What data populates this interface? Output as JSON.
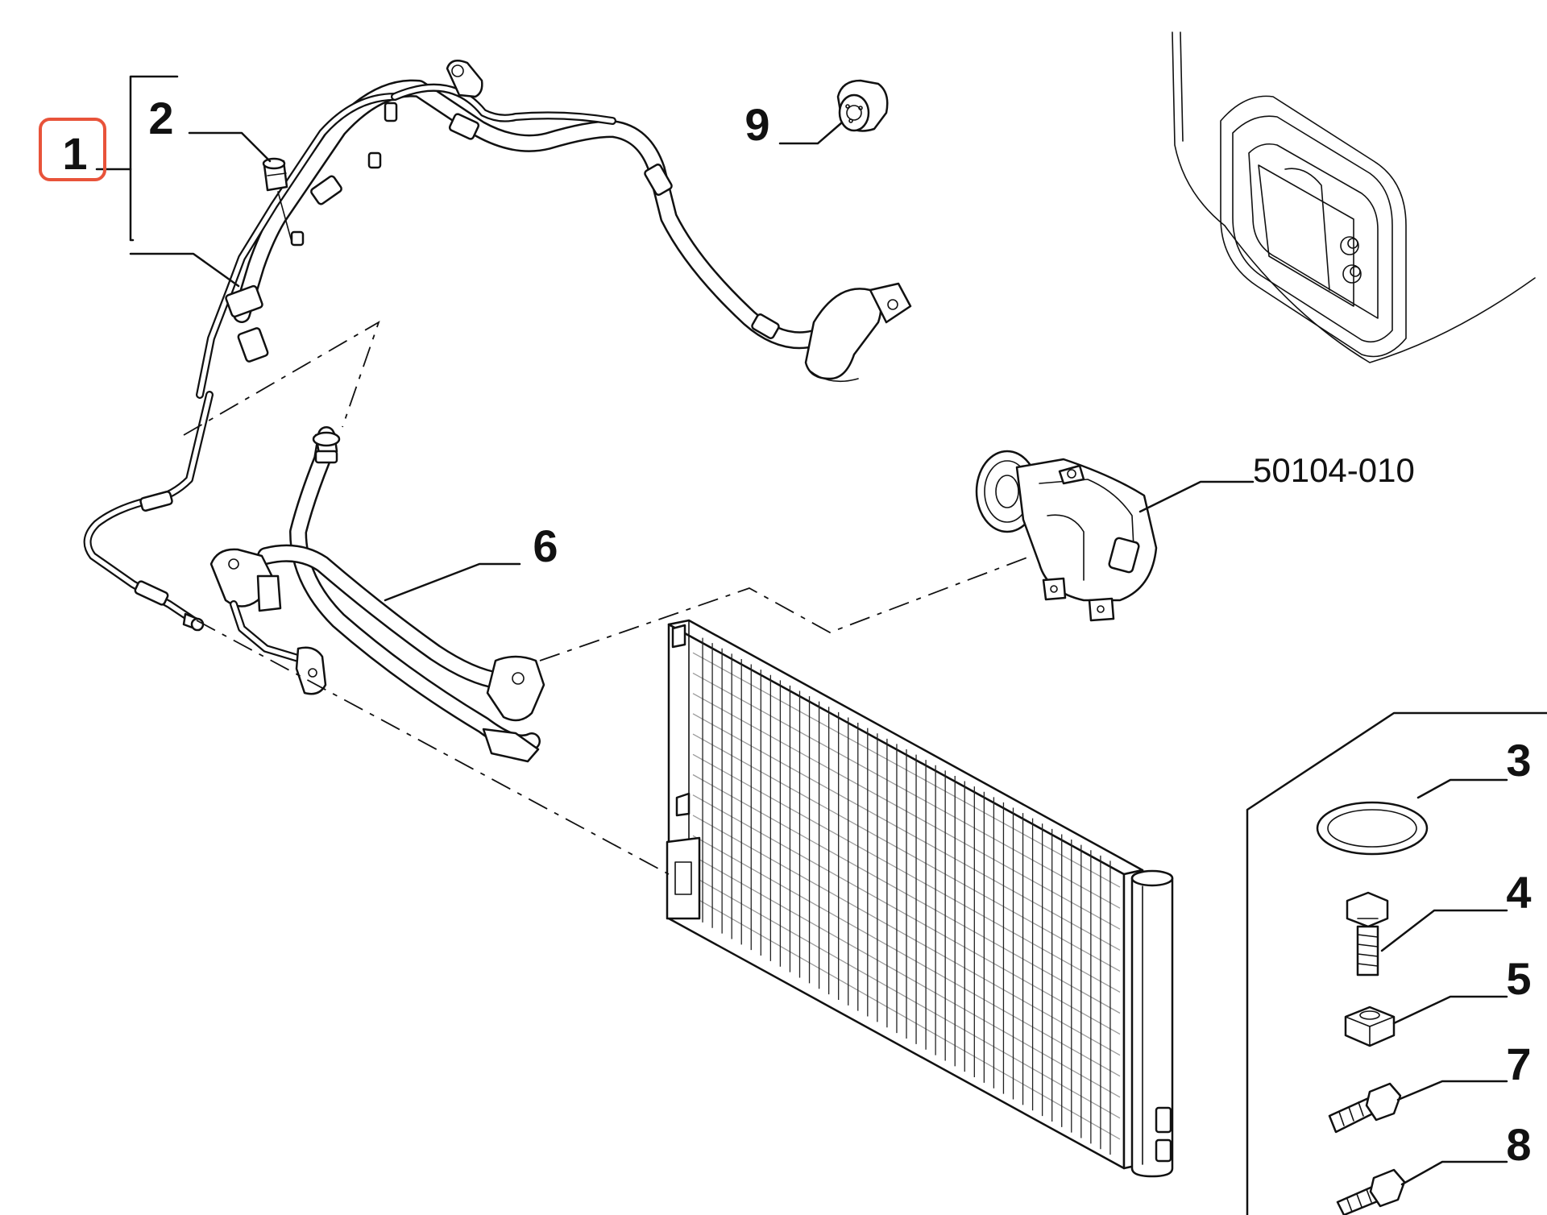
{
  "callouts": {
    "c1": "1",
    "c2": "2",
    "c3": "3",
    "c4": "4",
    "c5": "5",
    "c6": "6",
    "c7": "7",
    "c8": "8",
    "c9": "9",
    "ref": "50104-010"
  },
  "colors": {
    "highlight": "#e8533a",
    "ink": "#111111",
    "background": "#ffffff"
  }
}
